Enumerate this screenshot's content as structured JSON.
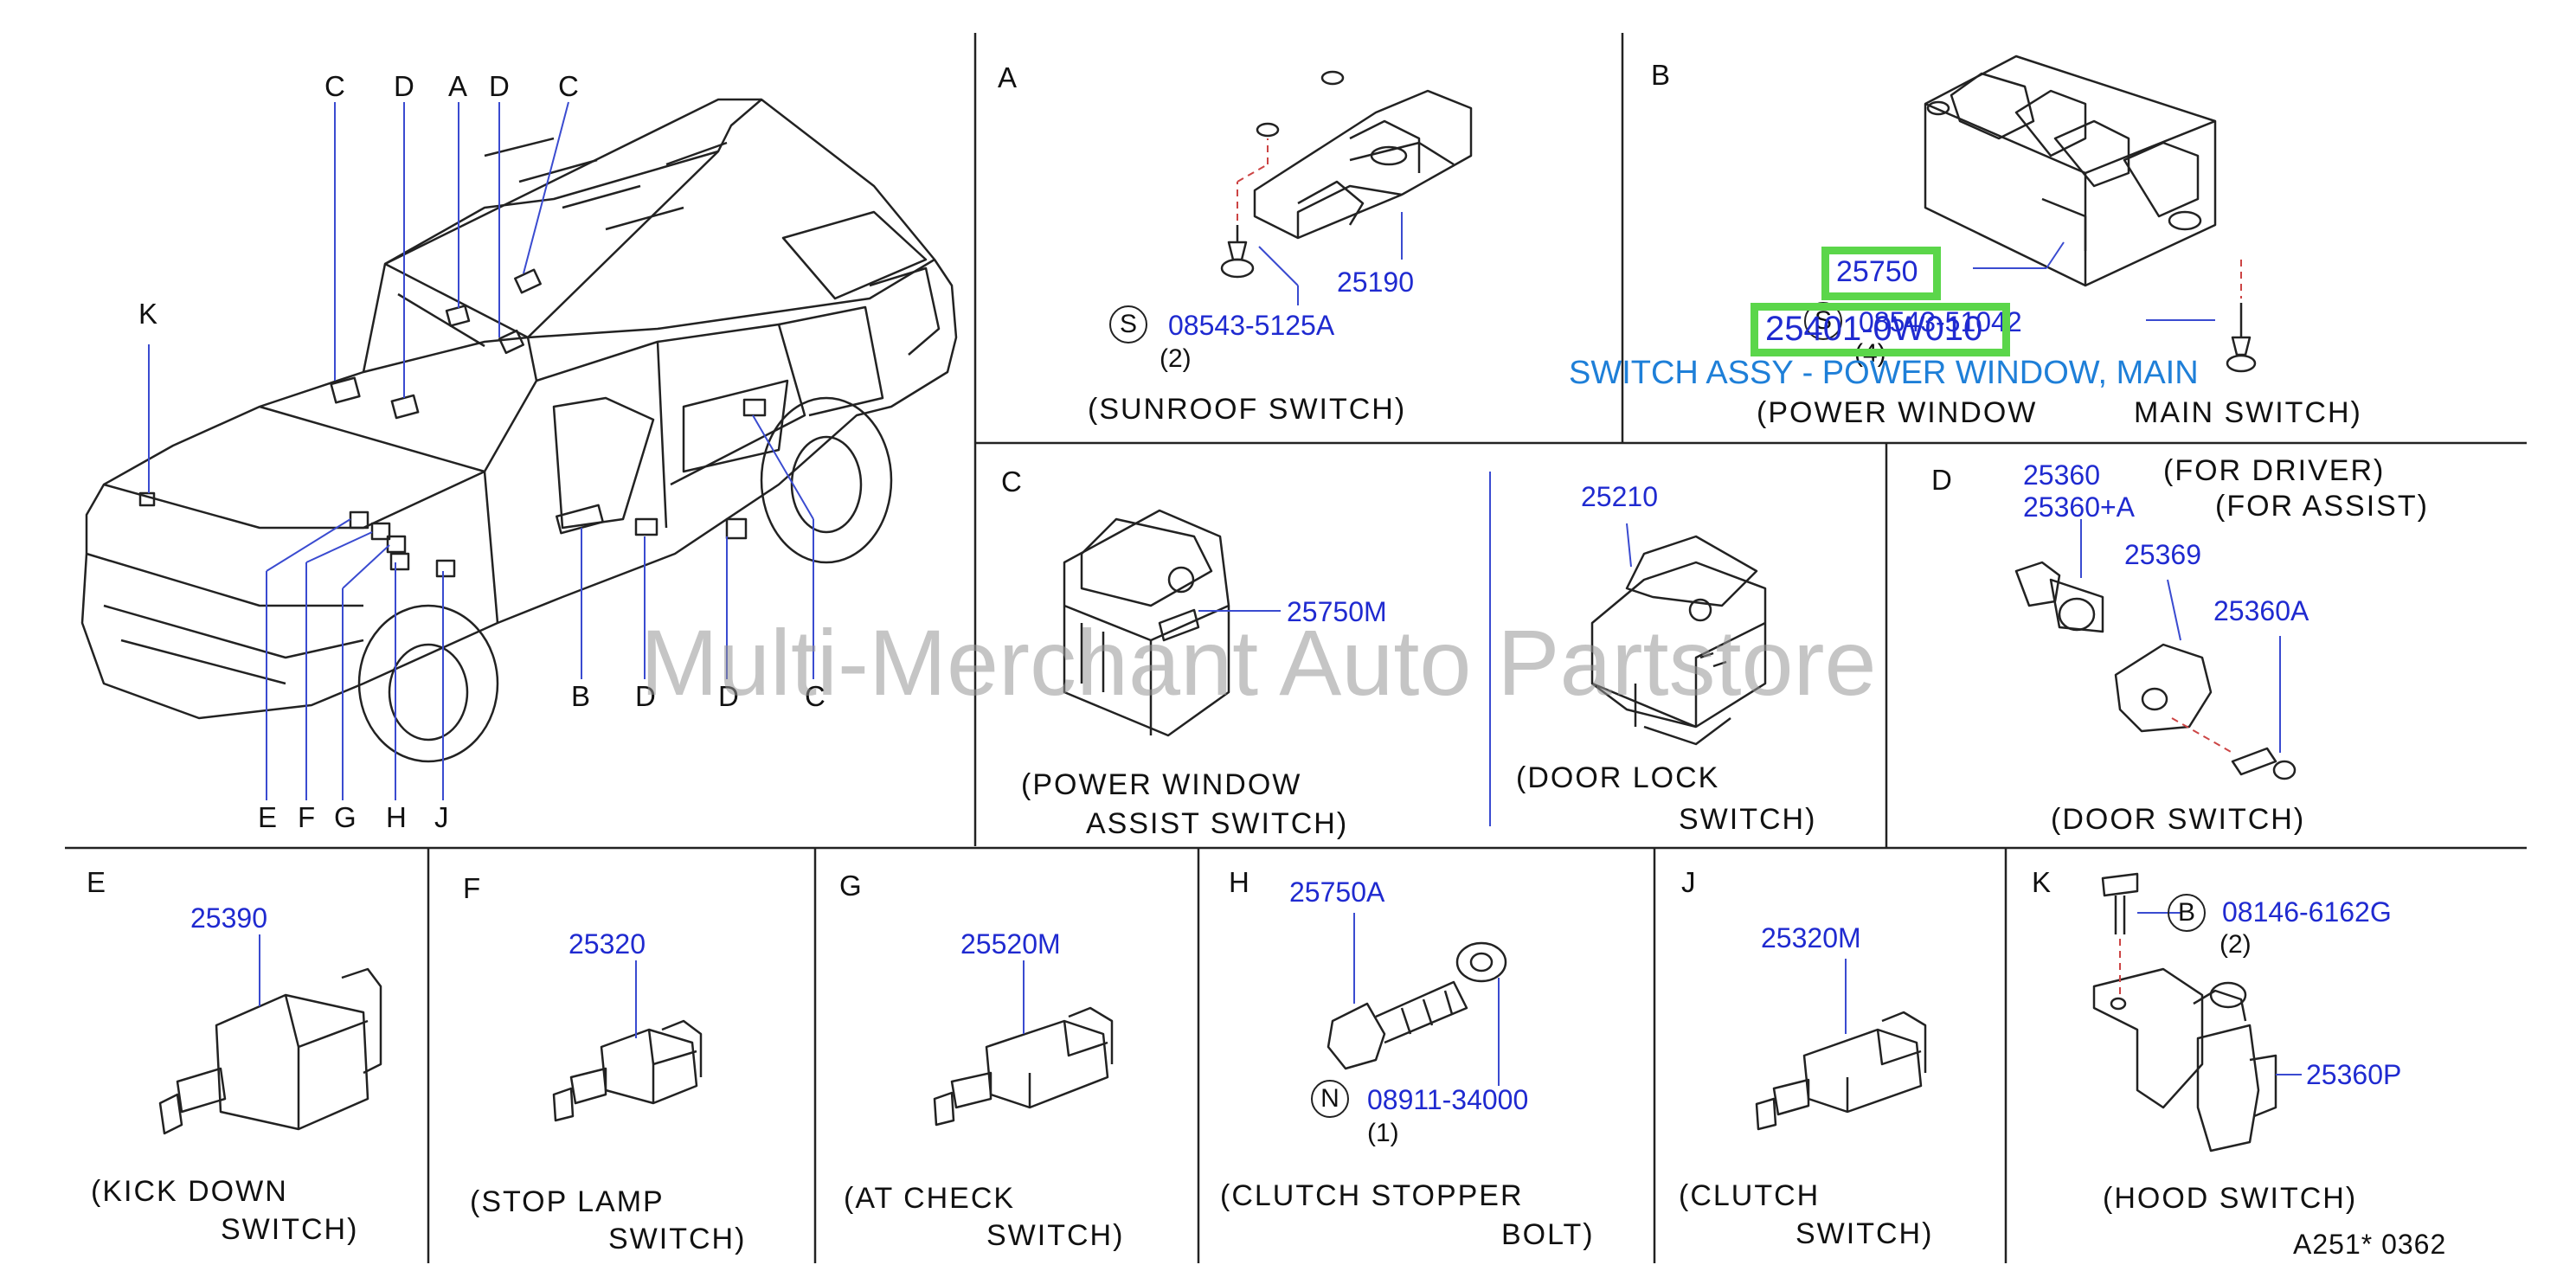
{
  "colors": {
    "callout": "#1f2ad0",
    "highlight": "#5bd64a",
    "banner": "#1e7fd8",
    "watermark": "#969696",
    "line": "#222222"
  },
  "vehicle_callouts": {
    "top": [
      "C",
      "D",
      "A",
      "D",
      "C"
    ],
    "k": "K",
    "bottom_left": [
      "E",
      "F",
      "G",
      "H",
      "J"
    ],
    "bottom_right": [
      "B",
      "D",
      "D",
      "C"
    ]
  },
  "panel_a": {
    "letter": "A",
    "part": "25190",
    "screw_symbol": "S",
    "screw": "08543-5125A",
    "qty": "(2)",
    "caption": "(SUNROOF   SWITCH)"
  },
  "panel_b": {
    "letter": "B",
    "part": "25750",
    "screw_symbol": "S",
    "screw": "08543-51042",
    "qty": "(4)",
    "highlight_part": "25750",
    "highlight_number": "25401-0W010",
    "banner": "SWITCH ASSY - POWER WINDOW, MAIN",
    "caption_line1": "(POWER    WINDOW",
    "caption_line2": "MAIN   SWITCH)"
  },
  "panel_c": {
    "letter": "C",
    "part_left": "25750M",
    "part_right": "25210",
    "caption_left_1": "(POWER   WINDOW",
    "caption_left_2": "ASSIST   SWITCH)",
    "caption_right_1": "(DOOR    LOCK",
    "caption_right_2": "SWITCH)"
  },
  "panel_d": {
    "letter": "D",
    "part1": "25360",
    "part1_note": "(FOR   DRIVER)",
    "part2": "25360+A",
    "part2_note": "(FOR   ASSIST)",
    "part3": "25369",
    "part4": "25360A",
    "caption": "(DOOR   SWITCH)"
  },
  "panel_e": {
    "letter": "E",
    "part": "25390",
    "caption_1": "(KICK   DOWN",
    "caption_2": "SWITCH)"
  },
  "panel_f": {
    "letter": "F",
    "part": "25320",
    "caption_1": "(STOP   LAMP",
    "caption_2": "SWITCH)"
  },
  "panel_g": {
    "letter": "G",
    "part": "25520M",
    "caption_1": "(AT   CHECK",
    "caption_2": "SWITCH)"
  },
  "panel_h": {
    "letter": "H",
    "part": "25750A",
    "bolt_symbol": "N",
    "bolt": "08911-34000",
    "qty": "(1)",
    "caption_1": "(CLUTCH   STOPPER",
    "caption_2": "BOLT)"
  },
  "panel_j": {
    "letter": "J",
    "part": "25320M",
    "caption_1": "(CLUTCH",
    "caption_2": "SWITCH)"
  },
  "panel_k": {
    "letter": "K",
    "bolt_symbol": "B",
    "bolt": "08146-6162G",
    "qty": "(2)",
    "part": "25360P",
    "caption": "(HOOD   SWITCH)"
  },
  "footer_code": "A251*   0362",
  "watermark": "Multi-Merchant Auto Partstore"
}
